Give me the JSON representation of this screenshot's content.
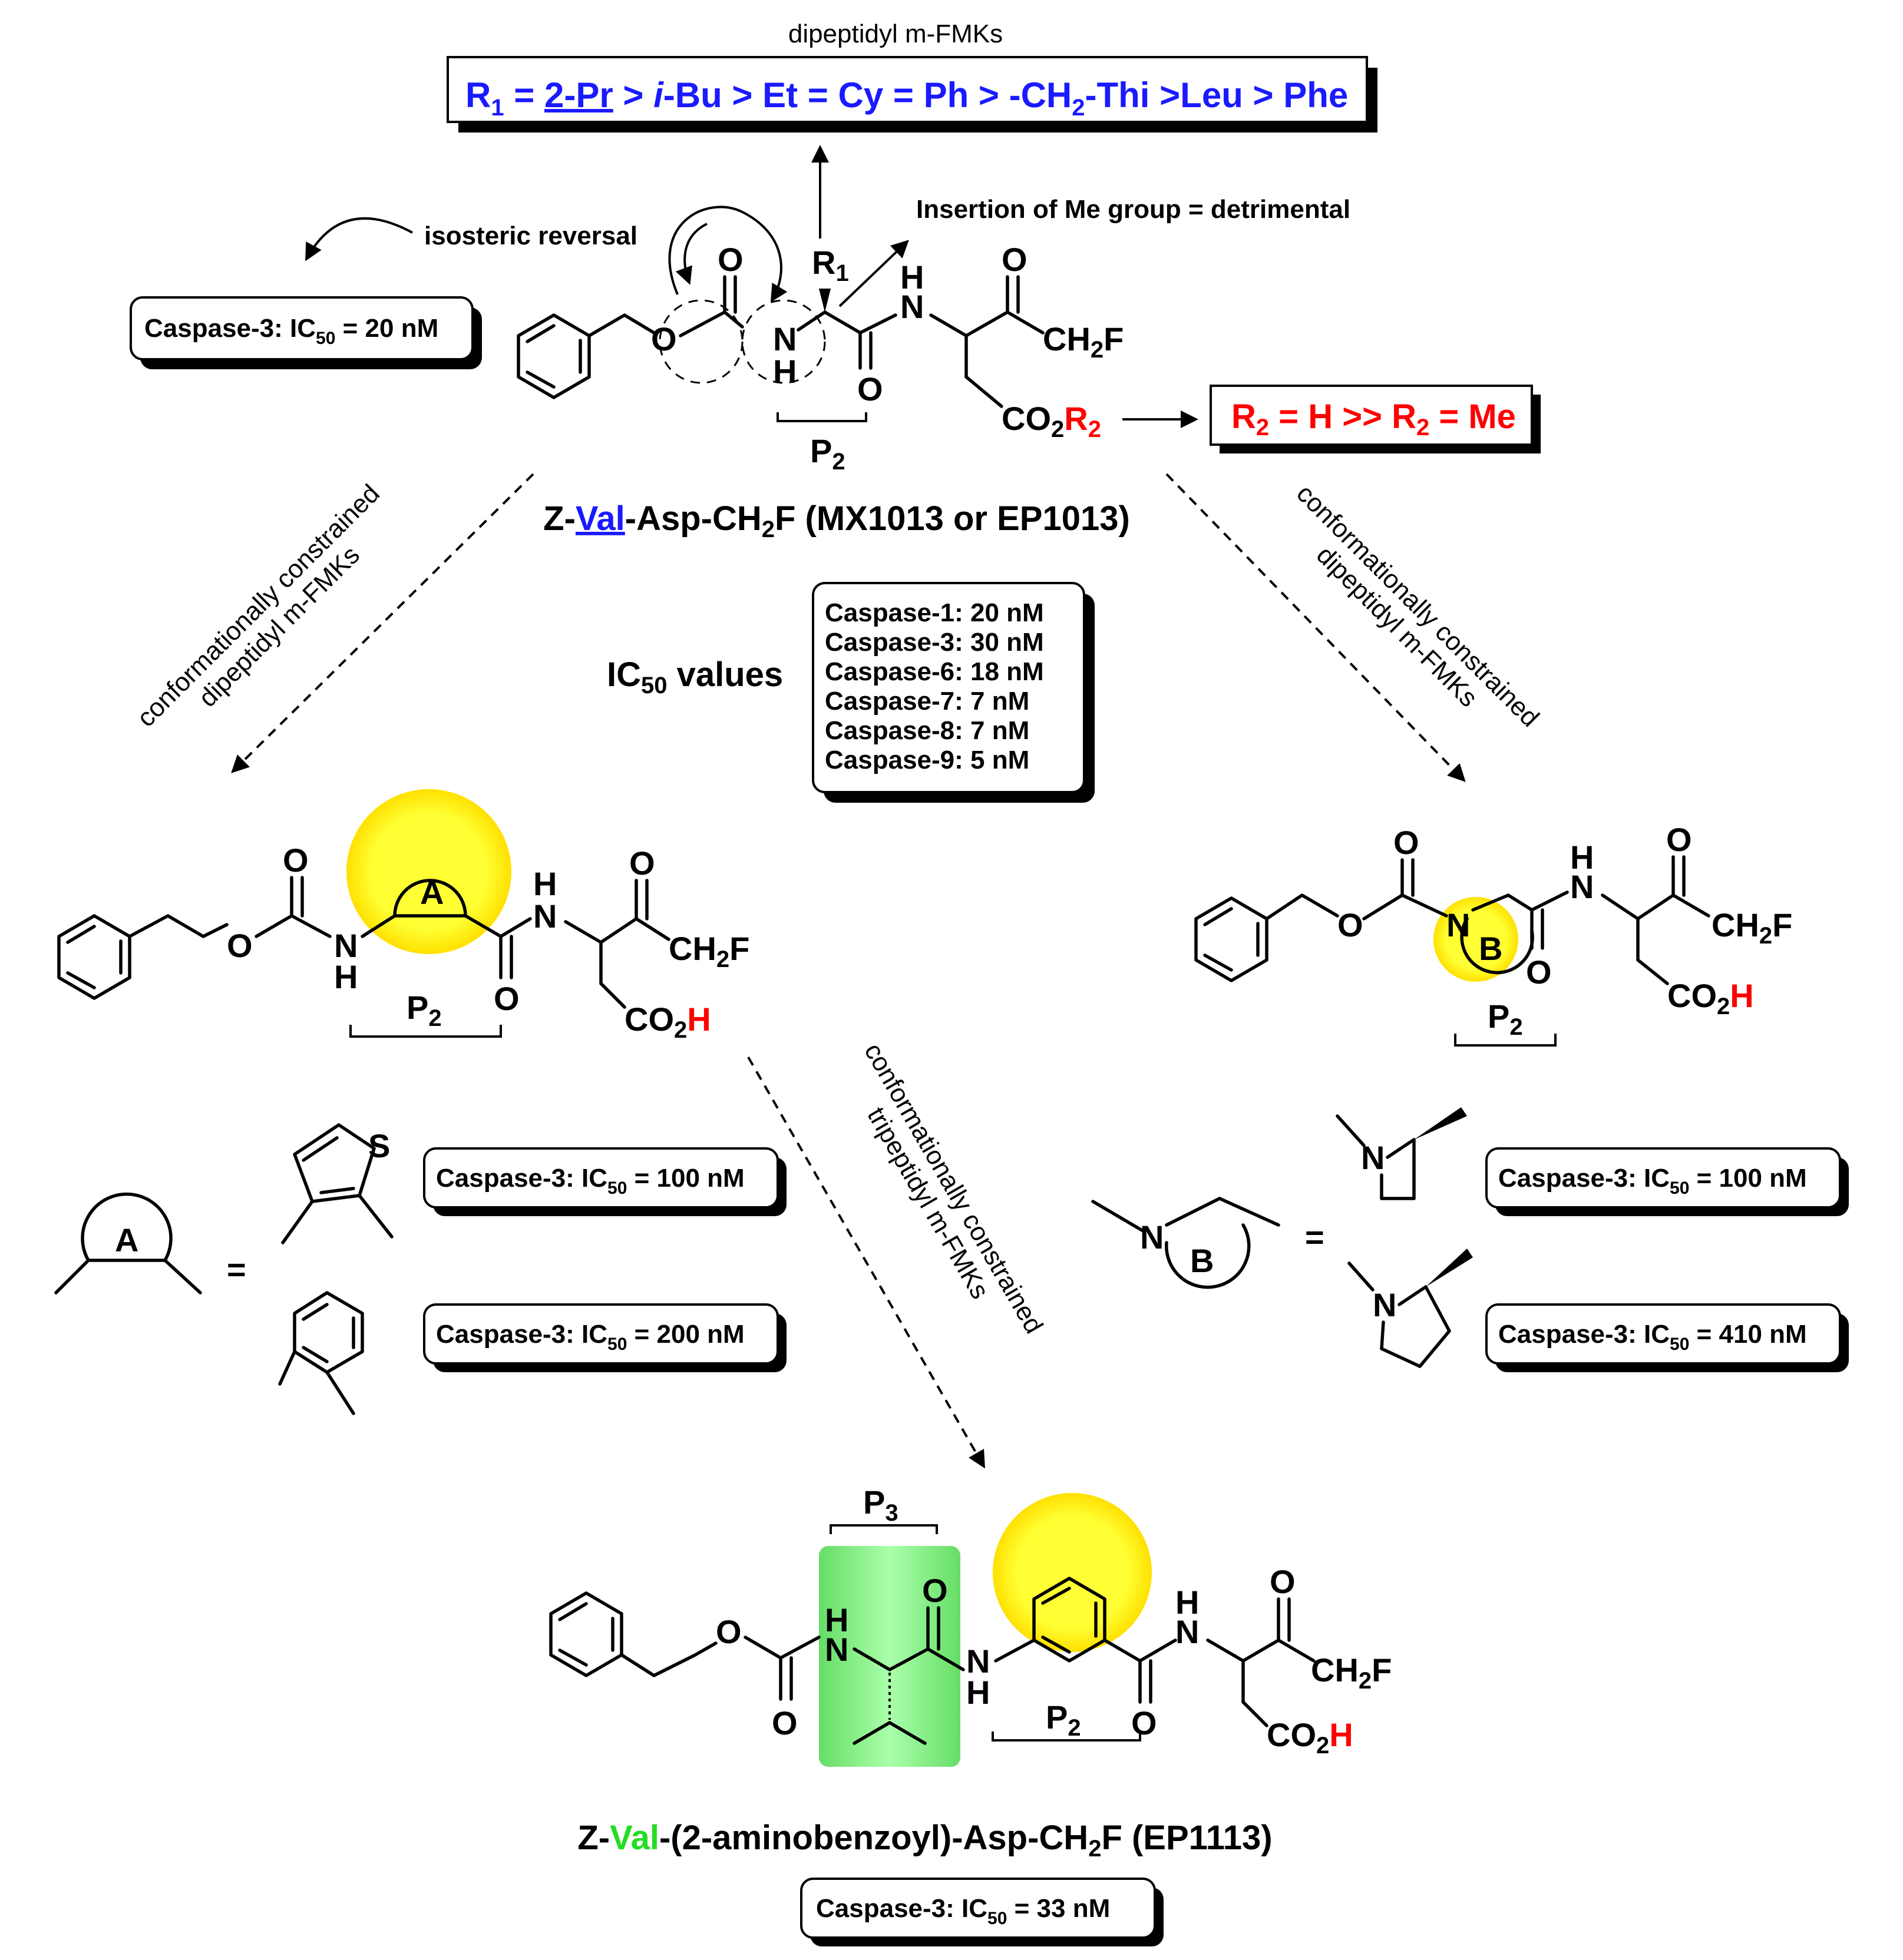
{
  "header": {
    "caption": "dipeptidyl m-FMKs",
    "r1_prefix": "R",
    "r1_sub": "1",
    "r1_eq": " = ",
    "r1_best": "2-Pr",
    "r1_rest_a": " > ",
    "r1_ibu_i": "i",
    "r1_rest_b": "-Bu > Et = Cy = Ph > -CH",
    "r1_sub2": "2",
    "r1_rest_c": "-Thi >Leu > Phe"
  },
  "annotations": {
    "isosteric": "isosteric reversal",
    "me_insertion": "Insertion of Me group = detrimental",
    "r2_text_a": "R",
    "r2_sub": "2",
    "r2_text_b": " = H >> R",
    "r2_text_c": " = Me",
    "p2": "P",
    "p2_sub": "2",
    "p3_sub": "3"
  },
  "main_compound": {
    "name_a": "Z-",
    "name_val": "Val",
    "name_b": "-Asp-CH",
    "name_sub": "2",
    "name_c": "F (MX1013 or EP1013)",
    "r1": "R",
    "r2": "R",
    "co2": "CO",
    "ch2f": "CH",
    "f": "F",
    "o": "O",
    "n": "N",
    "h": "H"
  },
  "ic50_panel": {
    "label_a": "IC",
    "label_sub": "50",
    "label_b": " values",
    "entries": [
      "Caspase-1: 20 nM",
      "Caspase-3: 30 nM",
      "Caspase-6: 18 nM",
      "Caspase-7: 7 nM",
      "Caspase-8: 7 nM",
      "Caspase-9: 5 nM"
    ]
  },
  "boxes": {
    "top_left": {
      "a": "Caspase-3: IC",
      "sub": "50",
      "b": " = 20 nM"
    },
    "thiophene": {
      "a": "Caspase-3: IC",
      "sub": "50",
      "b": " = 100 nM"
    },
    "benzene": {
      "a": "Caspase-3: IC",
      "sub": "50",
      "b": " = 200 nM"
    },
    "azetidine": {
      "a": "Caspase-3: IC",
      "sub": "50",
      "b": " = 100 nM"
    },
    "pyrrolidine": {
      "a": "Caspase-3: IC",
      "sub": "50",
      "b": " = 410 nM"
    },
    "bottom": {
      "a": "Caspase-3: IC",
      "sub": "50",
      "b": " = 33 nM"
    }
  },
  "arrows": {
    "left": [
      "conformationally constrained",
      "dipeptidyl m-FMKs"
    ],
    "right": [
      "conformationally constrained",
      "dipeptidyl m-FMKs"
    ],
    "middle": [
      "conformationally constrained",
      "tripeptidyl m-FMKs"
    ]
  },
  "rings": {
    "a": "A",
    "b": "B",
    "s": "S"
  },
  "bottom_compound": {
    "name_a": "Z-",
    "name_val": "Val",
    "name_b": "-(2-aminobenzoyl)-Asp-CH",
    "name_sub": "2",
    "name_c": "F (EP1113)"
  },
  "colors": {
    "blue": "#1a1aff",
    "red": "#ff0000",
    "green": "#22dd22",
    "yellow": "#ffff33",
    "green_bg": "#88ee88"
  }
}
